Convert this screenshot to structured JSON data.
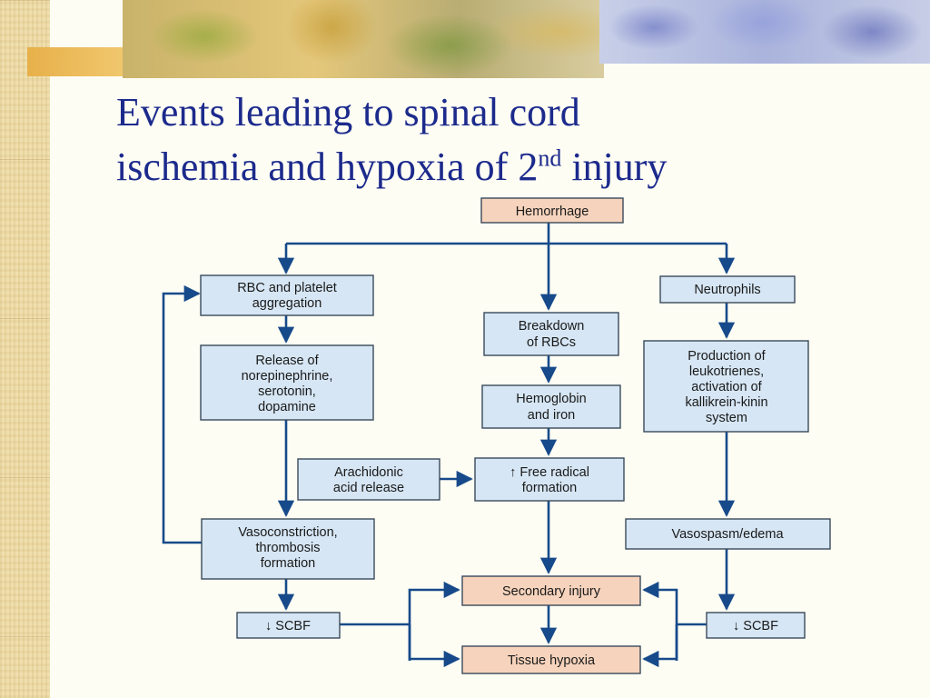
{
  "title": {
    "line1": "Events leading to spinal cord",
    "line2_prefix": "ischemia and hypoxia of 2",
    "line2_sup": "nd",
    "line2_suffix": " injury"
  },
  "colors": {
    "title": "#1c2a8c",
    "box_blue_fill": "#d6e6f4",
    "box_peach_fill": "#f6d3bc",
    "box_border": "#3a4a5a",
    "arrow": "#174a8a"
  },
  "flowchart": {
    "hemorrhage": "Hemorrhage",
    "rbc_platelet": [
      "RBC and platelet",
      "aggregation"
    ],
    "neutrophils": "Neutrophils",
    "breakdown_rbcs": [
      "Breakdown",
      "of RBCs"
    ],
    "release": [
      "Release of",
      "norepinephrine,",
      "serotonin,",
      "dopamine"
    ],
    "hemoglobin_iron": [
      "Hemoglobin",
      "and iron"
    ],
    "leukotrienes": [
      "Production of",
      "leukotrienes,",
      "activation of",
      "kallikrein-kinin",
      "system"
    ],
    "arachidonic": [
      "Arachidonic",
      "acid release"
    ],
    "free_radical": [
      "↑ Free radical",
      "formation"
    ],
    "vasoconstriction": [
      "Vasoconstriction,",
      "thrombosis",
      "formation"
    ],
    "vasospasm": "Vasospasm/edema",
    "secondary_injury": "Secondary injury",
    "scbf_left": "↓ SCBF",
    "scbf_right": "↓ SCBF",
    "tissue_hypoxia": "Tissue hypoxia"
  }
}
